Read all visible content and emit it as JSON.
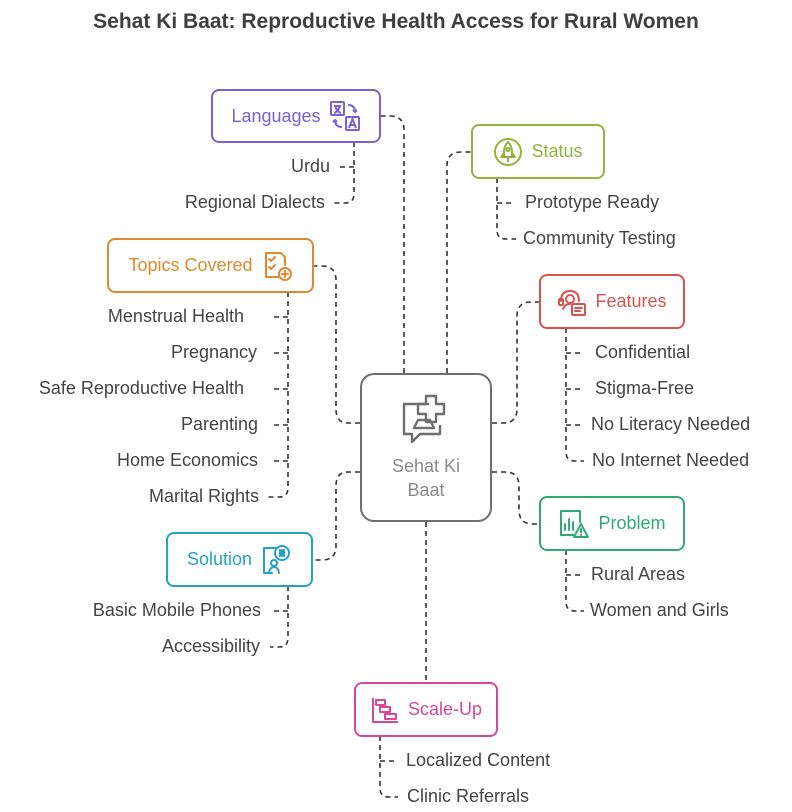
{
  "title": "Sehat Ki Baat: Reproductive Health Access for Rural Women",
  "center": {
    "label": "Sehat Ki Baat",
    "icon": "clinic-chat-icon",
    "color": "#6f6f6f"
  },
  "branches": {
    "languages": {
      "label": "Languages",
      "icon": "translate-icon",
      "color": "#7b5fd6",
      "items": [
        "Urdu",
        "Regional Dialects"
      ]
    },
    "topics": {
      "label": "Topics Covered",
      "icon": "checklist-add-icon",
      "color": "#de8a2e",
      "items": [
        "Menstrual Health",
        "Pregnancy",
        "Safe Reproductive Health",
        "Parenting",
        "Home Economics",
        "Marital Rights"
      ]
    },
    "solution": {
      "label": "Solution",
      "icon": "mobile-user-icon",
      "color": "#22a2c9",
      "items": [
        "Basic Mobile Phones",
        "Accessibility"
      ]
    },
    "status": {
      "label": "Status",
      "icon": "rocket-icon",
      "color": "#93b43a",
      "items": [
        "Prototype Ready",
        "Community Testing"
      ]
    },
    "features": {
      "label": "Features",
      "icon": "support-agent-icon",
      "color": "#d9534f",
      "items": [
        "Confidential",
        "Stigma-Free",
        "No Literacy Needed",
        "No Internet Needed"
      ]
    },
    "problem": {
      "label": "Problem",
      "icon": "chart-warning-icon",
      "color": "#2faa73",
      "items": [
        "Rural Areas",
        "Women and Girls"
      ]
    },
    "scaleup": {
      "label": "Scale-Up",
      "icon": "gantt-icon",
      "color": "#d6479a",
      "items": [
        "Localized Content",
        "Clinic Referrals"
      ]
    }
  }
}
